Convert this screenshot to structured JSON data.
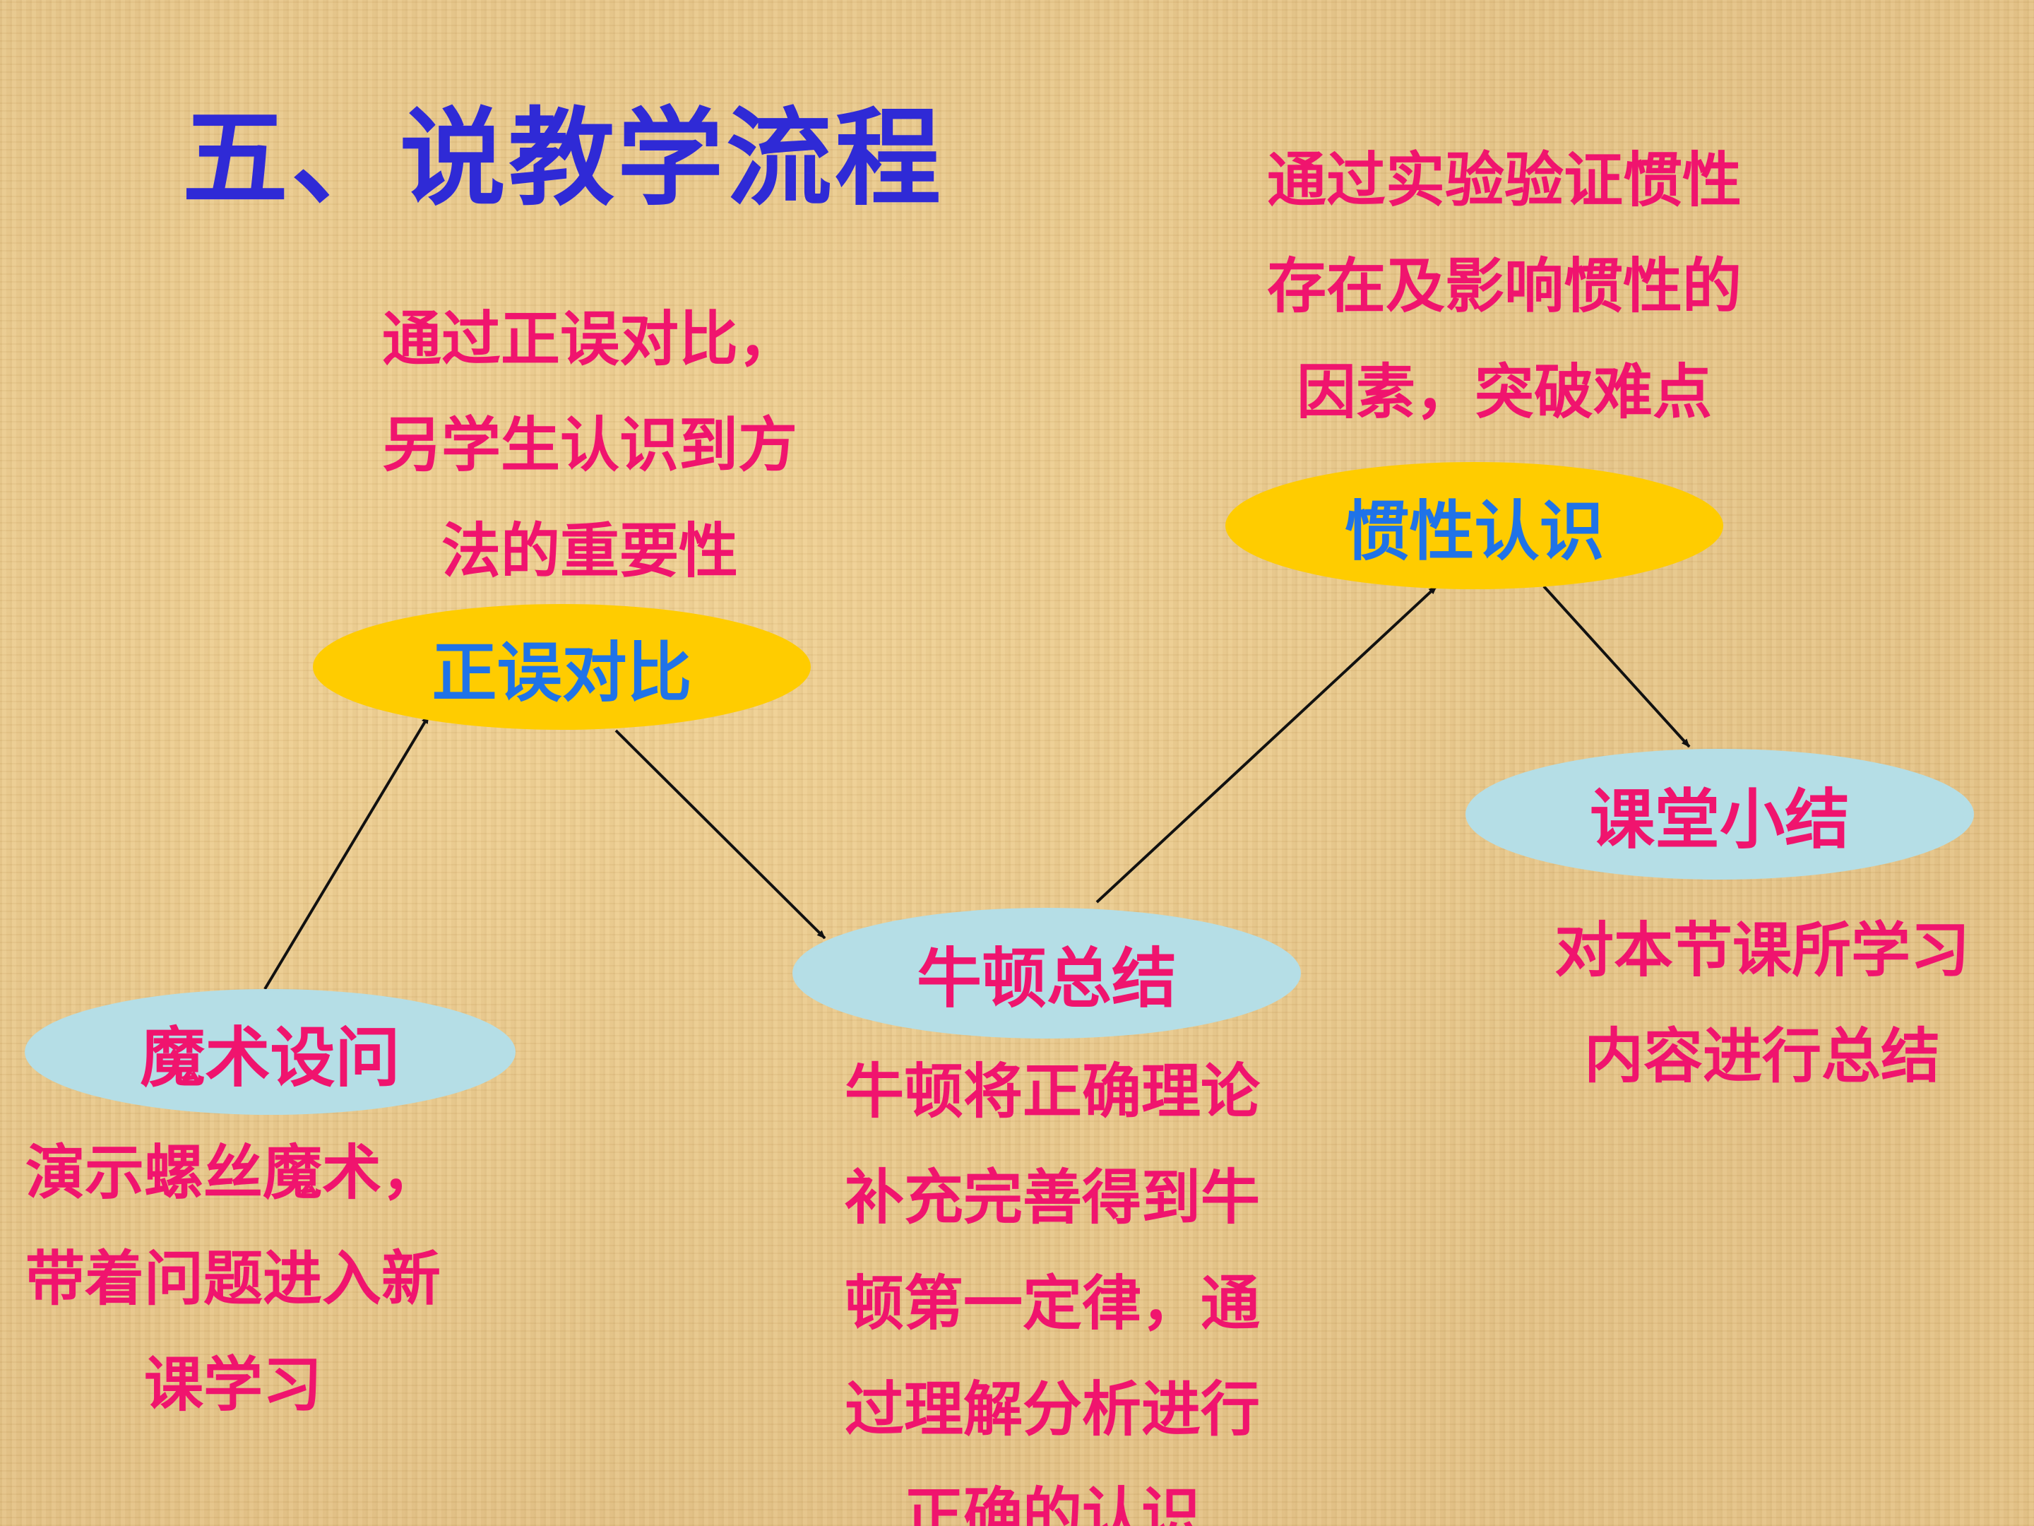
{
  "title": "五、说教学流程",
  "nodes": {
    "magic": {
      "label": "魔术设问"
    },
    "compare": {
      "label": "正误对比"
    },
    "newton": {
      "label": "牛顿总结"
    },
    "inertia": {
      "label": "惯性认识"
    },
    "summary": {
      "label": "课堂小结"
    }
  },
  "notes": {
    "magic": [
      "演示螺丝魔术，",
      "带着问题进入新",
      "课学习"
    ],
    "compare": [
      "通过正误对比，",
      "另学生认识到方",
      "法的重要性"
    ],
    "newton": [
      "牛顿将正确理论",
      "补充完善得到牛",
      "顿第一定律，通",
      "过理解分析进行",
      "正确的认识"
    ],
    "inertia": [
      "通过实验验证惯性",
      "存在及影响惯性的",
      "因素，突破难点"
    ],
    "summary": [
      "对本节课所学习",
      "内容进行总结"
    ]
  },
  "colors": {
    "title": "#2f2ad6",
    "note_text": "#f0146e",
    "node_yellow": "#ffcc00",
    "node_yellow_text": "#1f73e8",
    "node_blue": "#b5dee6",
    "node_blue_text": "#f0146e",
    "arrow": "#111111"
  }
}
